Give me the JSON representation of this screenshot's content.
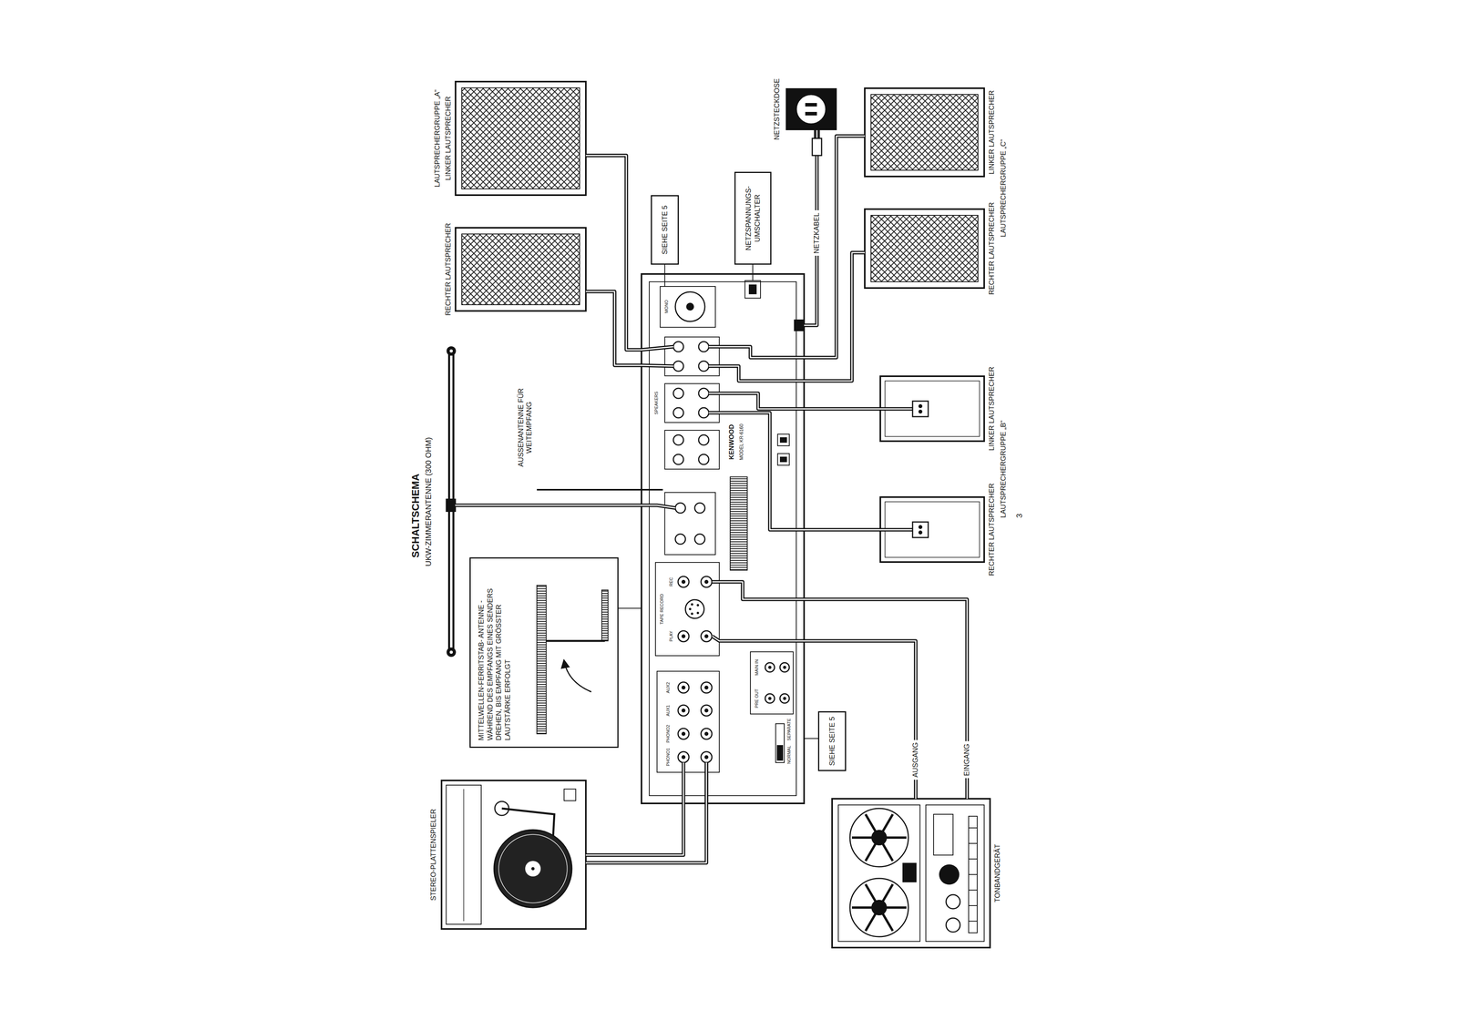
{
  "diagram": {
    "title": "SCHALTSCHEMA",
    "nodes": [
      {
        "text": [
          "UKW-ZIMMERANTENNE (300 OHM)"
        ]
      },
      {
        "text": [
          "STEREO-PLATTENSPIELER"
        ]
      },
      {
        "text": [
          "MITTELWELLEN-FERRITSTAB- ANTENNE - WÄHREND DES EMPFANGS EINES SENDERS DREHEN, BIS EMPFANG MIT GRÖSSTER LAUTSTÄRKE ERFOLGT"
        ]
      },
      {
        "text": [
          "KENWOOD",
          "MODEL KR-6160"
        ]
      },
      {
        "text": [
          "TONBANDGERÄT"
        ]
      },
      {
        "text": [
          "SIEHE SEITE 5"
        ]
      },
      {
        "text": [
          "RECHTER LAUTSPRECHER"
        ]
      },
      {
        "text": [
          "LINKER LAUTSPRECHER"
        ]
      },
      {
        "text": [
          "SIEHE SEITE 5"
        ]
      },
      {
        "text": [
          "NETZSPANNUNGS- UMSCHALTER"
        ]
      },
      {
        "text": [
          "NETZSTECKDOSE"
        ]
      },
      {
        "text": [
          "RECHTER LAUTSPRECHER"
        ]
      },
      {
        "text": [
          "LINKER LAUTSPRECHER"
        ]
      },
      {
        "text": [
          "RECHTER LAUTSPRECHER"
        ]
      },
      {
        "text": [
          "LINKER LAUTSPRECHER"
        ]
      }
    ],
    "edges": [
      {
        "from": 0,
        "to": 3,
        "arrow": "none"
      },
      {
        "from": 1,
        "to": 3,
        "arrow": "none"
      },
      {
        "from": 2,
        "to": 3,
        "arrow": "none"
      },
      {
        "from": 4,
        "to": 3,
        "label": "AUSGANG",
        "arrow": "none"
      },
      {
        "from": 3,
        "to": 4,
        "label": "EINGANG",
        "arrow": "none"
      },
      {
        "from": 5,
        "to": 3,
        "arrow": "none"
      },
      {
        "from": 6,
        "to": 3,
        "arrow": "none"
      },
      {
        "from": 7,
        "to": 3,
        "arrow": "none"
      },
      {
        "from": 8,
        "to": 3,
        "arrow": "none"
      },
      {
        "from": 9,
        "to": 3,
        "arrow": "none"
      },
      {
        "from": 10,
        "to": 3,
        "label": "NETZKABEL",
        "arrow": "none"
      },
      {
        "from": 11,
        "to": 3,
        "arrow": "none"
      },
      {
        "from": 12,
        "to": 3,
        "arrow": "none"
      },
      {
        "from": 13,
        "to": 3,
        "arrow": "none"
      },
      {
        "from": 14,
        "to": 3,
        "arrow": "none"
      }
    ],
    "labels": [
      "LAUTSPRECHERGRUPPE „A“",
      "LAUTSPRECHERGRUPPE „B“",
      "LAUTSPRECHERGRUPPE „C“",
      "AUSSENANTENNE FÜR WEITEMPFANG",
      "PHONO1",
      "PHONO2",
      "AUX1",
      "AUX2",
      "TAPE RECORD",
      "PLAY",
      "REC",
      "SPEAKERS",
      "MONO",
      "PRE OUT",
      "MAIN IN",
      "NORMAL",
      "SEPARATE",
      "3"
    ]
  }
}
